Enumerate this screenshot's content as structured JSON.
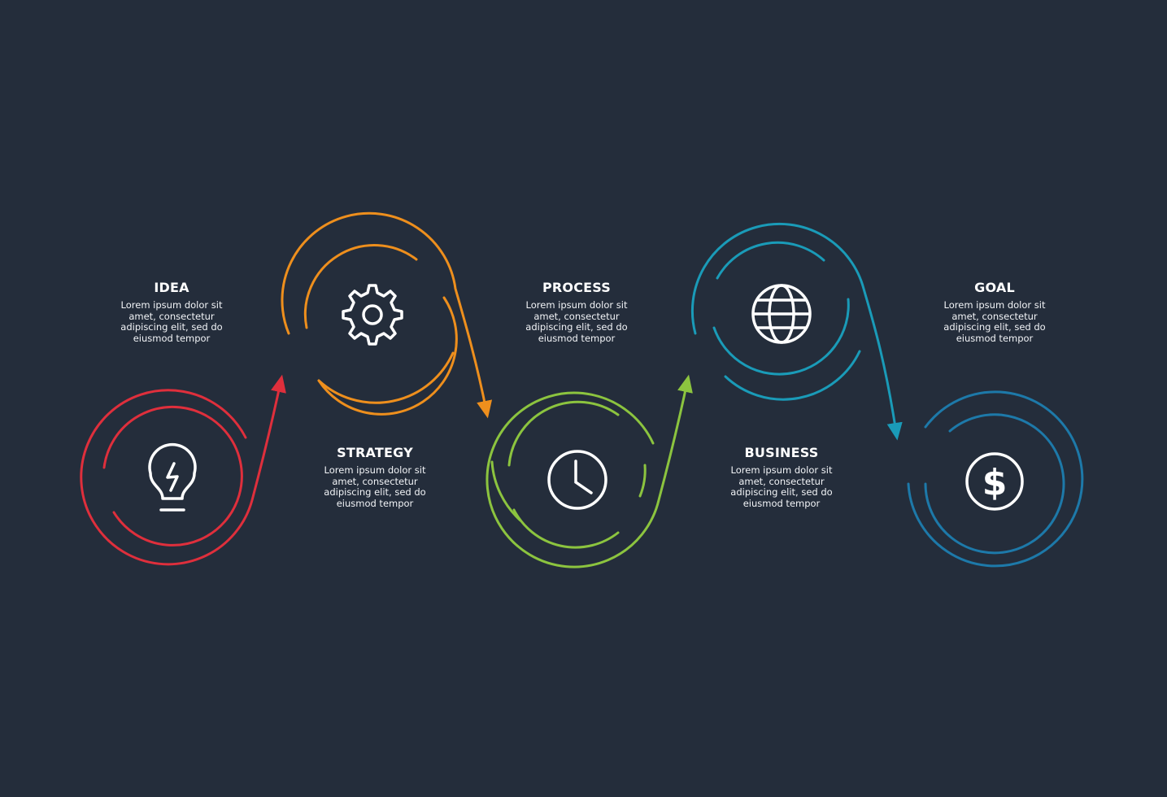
{
  "background": "#242d3b",
  "icon_color": "#ffffff",
  "steps": [
    {
      "title": "IDEA",
      "text": "Lorem ipsum dolor sit amet, consectetur adipiscing elit, sed do eiusmod tempor",
      "color": "#df2f3c",
      "icon": "lightbulb-icon"
    },
    {
      "title": "STRATEGY",
      "text": "Lorem ipsum dolor sit amet, consectetur adipiscing elit, sed do eiusmod tempor",
      "color": "#ee8f1d",
      "icon": "gear-icon"
    },
    {
      "title": "PROCESS",
      "text": "Lorem ipsum dolor sit amet, consectetur adipiscing elit, sed do eiusmod tempor",
      "color": "#8cc43f",
      "icon": "clock-icon"
    },
    {
      "title": "BUSINESS",
      "text": "Lorem ipsum dolor sit amet, consectetur adipiscing elit, sed do eiusmod tempor",
      "color": "#1a9bb8",
      "icon": "globe-icon"
    },
    {
      "title": "GOAL",
      "text": "Lorem ipsum dolor sit amet, consectetur adipiscing elit, sed do eiusmod tempor",
      "color": "#1d79a9",
      "icon": "dollar-coin-icon"
    }
  ]
}
